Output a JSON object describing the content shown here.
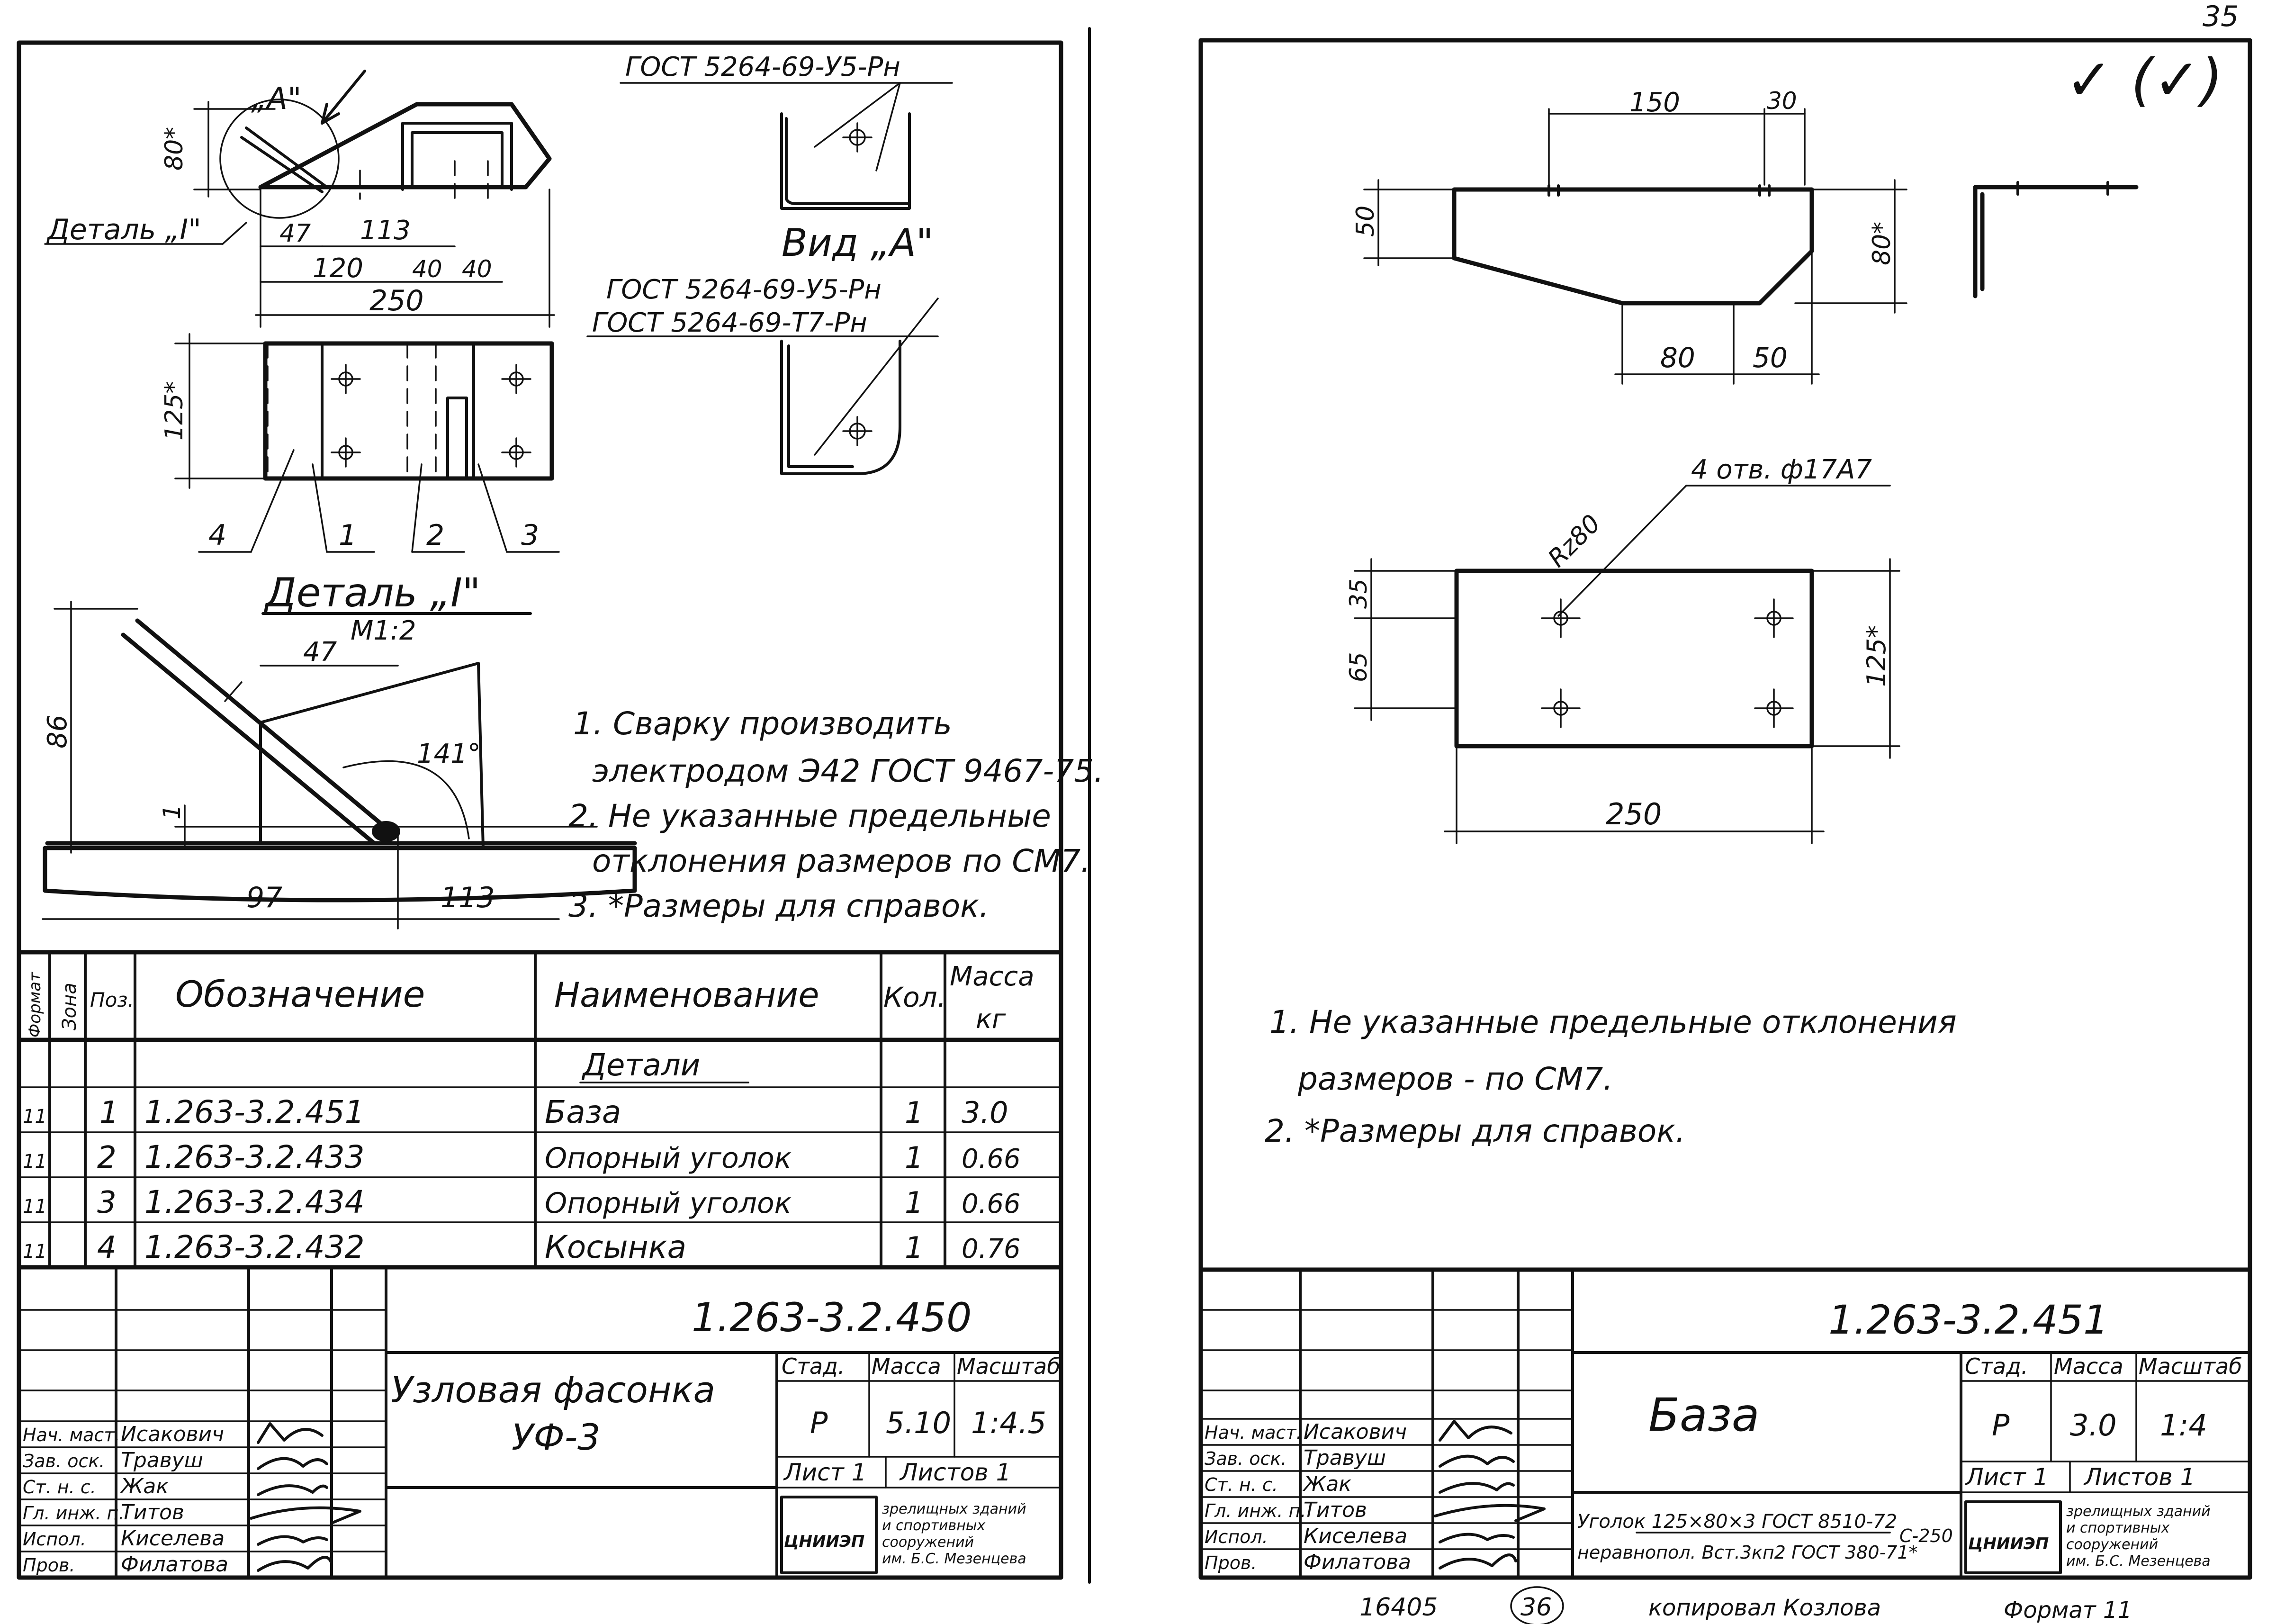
{
  "page_number": "35",
  "check_marks": "✓ (✓)",
  "left_sheet": {
    "weld_top": "ГОСТ 5264-69-У5-Рн",
    "view_label": "Вид „А\"",
    "view_arrow": "„А\"",
    "weld_view_1": "ГОСТ 5264-69-У5-Рн",
    "weld_view_2": "ГОСТ 5264-69-Т7-Рн",
    "detail_callout": "Деталь „I\"",
    "dims_top": {
      "d80": "80*",
      "d47": "47",
      "d113": "113",
      "d120": "120",
      "d40a": "40",
      "d40b": "40",
      "d250": "250",
      "d125": "125*"
    },
    "part_numbers": [
      "4",
      "1",
      "2",
      "3"
    ],
    "detail_title": "Деталь „I\"",
    "detail_scale": "М1:2",
    "detail_dims": {
      "d86": "86",
      "d47": "47",
      "d1": "1",
      "angle": "141°",
      "d97": "97",
      "d113": "113"
    },
    "notes": [
      "1. Сварку производить",
      "электродом Э42 ГОСТ 9467-75.",
      "2. Не указанные предельные",
      "отклонения размеров по СМ7.",
      "3. *Размеры для справок."
    ],
    "spec_headers": {
      "format": "Формат",
      "zone": "Зона",
      "pos": "Поз.",
      "designation": "Обозначение",
      "name": "Наименование",
      "qty": "Кол.",
      "mass": "Масса",
      "mass_unit": "кг"
    },
    "spec_section": "Детали",
    "spec_rows": [
      {
        "fmt": "11",
        "pos": "1",
        "designation": "1.263-3.2.451",
        "name": "База",
        "qty": "1",
        "mass": "3.0"
      },
      {
        "fmt": "11",
        "pos": "2",
        "designation": "1.263-3.2.433",
        "name": "Опорный уголок",
        "qty": "1",
        "mass": "0.66"
      },
      {
        "fmt": "11",
        "pos": "3",
        "designation": "1.263-3.2.434",
        "name": "Опорный уголок",
        "qty": "1",
        "mass": "0.66"
      },
      {
        "fmt": "11",
        "pos": "4",
        "designation": "1.263-3.2.432",
        "name": "Косынка",
        "qty": "1",
        "mass": "0.76"
      }
    ],
    "title_block": {
      "doc_number": "1.263-3.2.450",
      "title_line1": "Узловая фасонка",
      "title_line2": "УФ-3",
      "stage_h": "Стад.",
      "mass_h": "Масса",
      "scale_h": "Масштаб",
      "stage": "Р",
      "mass": "5.10",
      "scale": "1:4.5",
      "sheet": "Лист 1",
      "sheets": "Листов 1",
      "org_logo": "ЦНИИЭП",
      "org_text": [
        "зрелищных зданий",
        "и спортивных",
        "сооружений",
        "им. Б.С. Мезенцева"
      ],
      "roles": [
        "Нач. маст.",
        "Зав. оск.",
        "Ст. н. с.",
        "Гл. инж. п.",
        "Испол.",
        "Пров."
      ],
      "names": [
        "Исакович",
        "Травуш",
        "Жак",
        "Титов",
        "Киселева",
        "Филатова"
      ]
    }
  },
  "right_sheet": {
    "dims_top": {
      "d150": "150",
      "d30": "30",
      "d50": "50",
      "d80s": "80*",
      "d80": "80",
      "d50b": "50"
    },
    "holes_label": "4 отв. ф17А7",
    "roughness": "Rz80",
    "dims_plan": {
      "d35": "35",
      "d65": "65",
      "d125": "125*",
      "d250": "250"
    },
    "notes": [
      "1. Не указанные предельные отклонения",
      "размеров - по СМ7.",
      "2. *Размеры для справок."
    ],
    "title_block": {
      "doc_number": "1.263-3.2.451",
      "title": "База",
      "stage_h": "Стад.",
      "mass_h": "Масса",
      "scale_h": "Масштаб",
      "stage": "Р",
      "mass": "3.0",
      "scale": "1:4",
      "sheet": "Лист 1",
      "sheets": "Листов 1",
      "material_line1": "Уголок 125×80×3 ГОСТ 8510-72",
      "material_line2": "неравнопол. Вст.3кп2 ГОСТ 380-71*",
      "material_length": "С-250",
      "org_logo": "ЦНИИЭП",
      "org_text": [
        "зрелищных зданий",
        "и спортивных",
        "сооружений",
        "им. Б.С. Мезенцева"
      ],
      "roles": [
        "Нач. маст.",
        "Зав. оск.",
        "Ст. н. с.",
        "Гл. инж. п.",
        "Испол.",
        "Пров."
      ],
      "names": [
        "Исакович",
        "Травуш",
        "Жак",
        "Титов",
        "Киселева",
        "Филатова"
      ]
    }
  },
  "footer": {
    "inventory": "16405",
    "page": "36",
    "copied": "копировал Козлова",
    "format": "Формат 11"
  }
}
